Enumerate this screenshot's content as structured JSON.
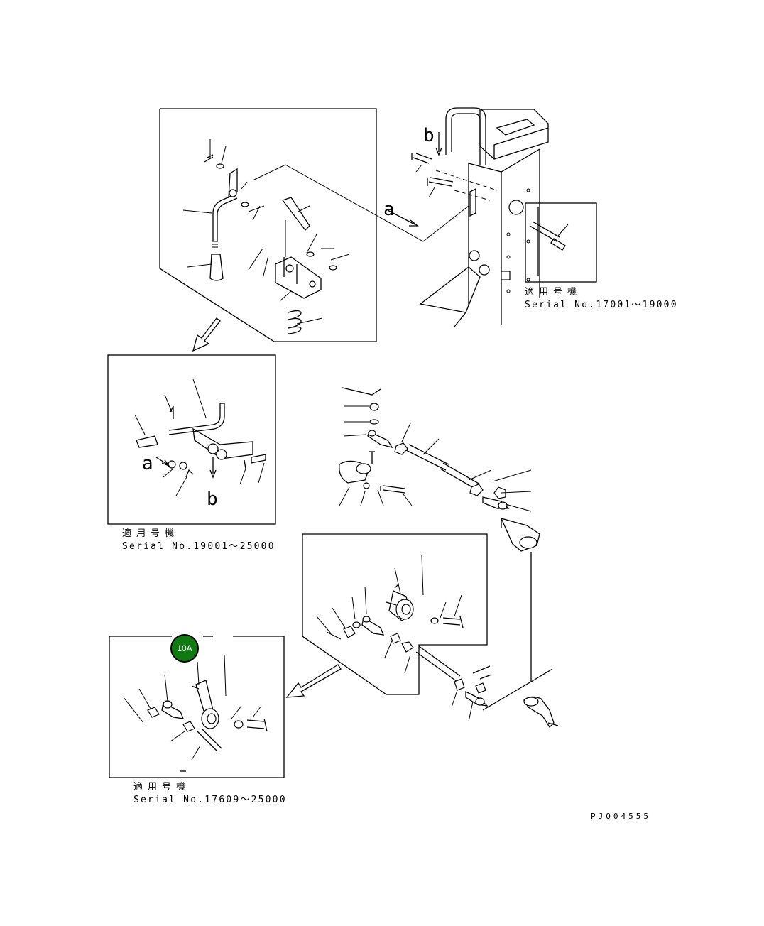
{
  "diagram": {
    "accent_color": "#0f7a10",
    "callout_badge": {
      "label": "10A",
      "icon": "callout-circle"
    },
    "views": [
      {
        "id": "top-detail",
        "serial_heading": "適用号機",
        "serial_text": "Serial No.17001～19000"
      },
      {
        "id": "middle-detail",
        "serial_heading": "適用号機",
        "serial_text": "Serial No.19001～25000"
      },
      {
        "id": "bottom-detail",
        "serial_heading": "適用号機",
        "serial_text": "Serial No.17609～25000"
      }
    ],
    "reference_letters": {
      "a": "a",
      "b": "b"
    },
    "drawing_code": "PJQ04555"
  }
}
